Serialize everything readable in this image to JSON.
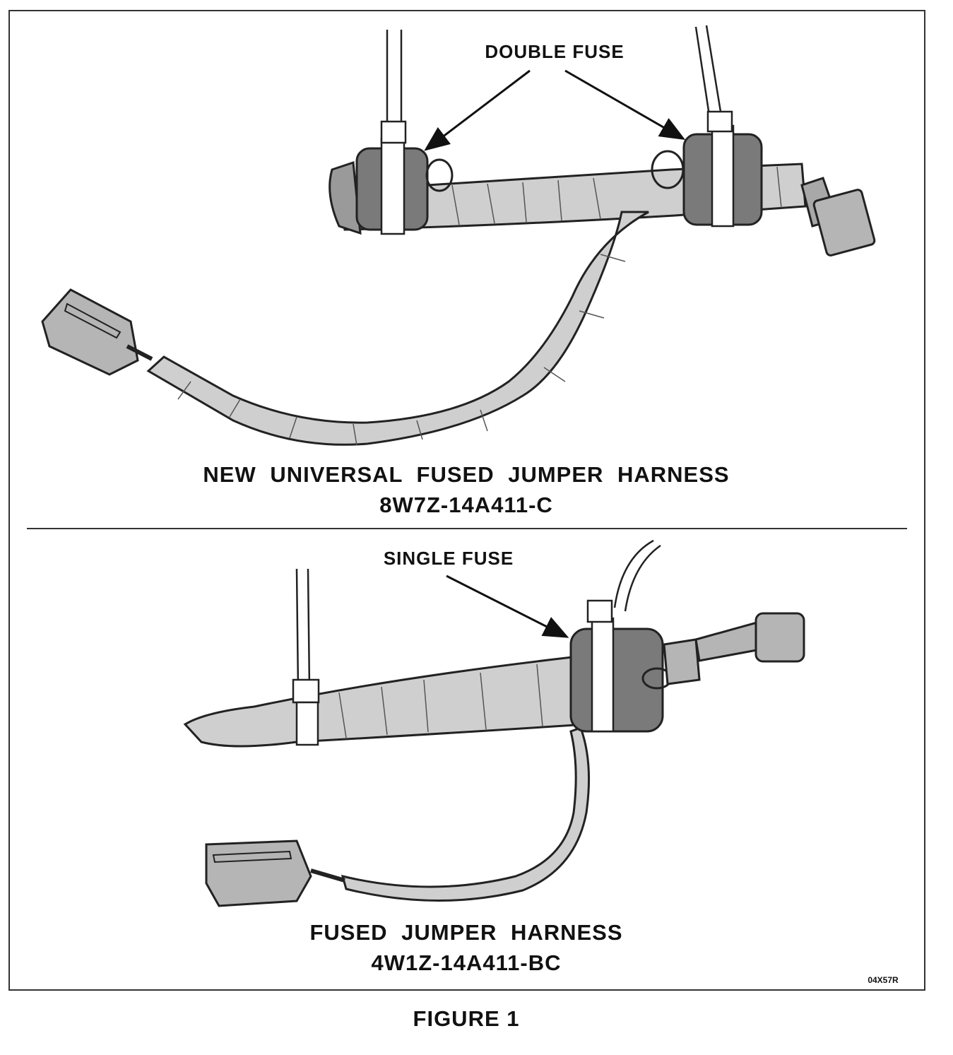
{
  "top_panel": {
    "callout": "DOUBLE FUSE",
    "title": "NEW UNIVERSAL FUSED JUMPER HARNESS",
    "part_number": "8W7Z-14A411-C"
  },
  "bottom_panel": {
    "callout": "SINGLE FUSE",
    "title": "FUSED JUMPER HARNESS",
    "part_number": "4W1Z-14A411-BC"
  },
  "reference_code": "04X57R",
  "caption": "FIGURE 1",
  "colors": {
    "harness_fill": "#cfcfcf",
    "fuse_fill": "#7a7a7a",
    "outline": "#222222"
  }
}
